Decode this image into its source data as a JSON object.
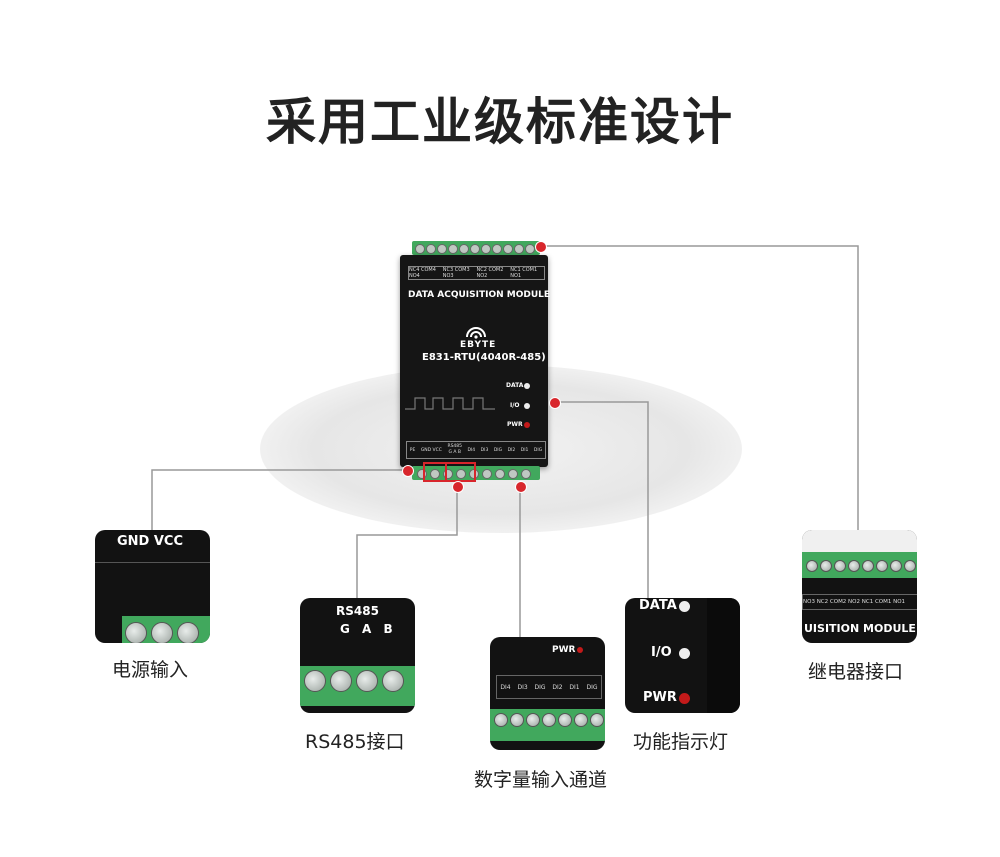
{
  "title": "采用工业级标准设计",
  "device": {
    "top_terminals": [
      "NC4 COM4 NO4",
      "NC3 COM3 NO3",
      "NC2 COM2 NO2",
      "NC1 COM1 NO1"
    ],
    "module_name": "DATA ACQUISITION MODULE",
    "brand": "EBYTE",
    "model": "E831-RTU(4040R-485)",
    "leds": [
      "DATA",
      "I/O",
      "PWR"
    ],
    "bottom_terminals": [
      "PE",
      "GND VCC",
      "RS485",
      "G A B",
      "DI4",
      "DI3",
      "DIG",
      "DI2",
      "DI1",
      "DIG"
    ]
  },
  "thumbs": {
    "power": {
      "labels": [
        "GND VCC"
      ],
      "caption": "电源输入"
    },
    "rs485": {
      "labels": [
        "RS485",
        "G A B"
      ],
      "caption": "RS485接口"
    },
    "digital": {
      "labels": [
        "PWR",
        "DI4",
        "DI3",
        "DIG",
        "DI2",
        "DI1",
        "DIG"
      ],
      "caption": "数字量输入通道"
    },
    "indicator": {
      "labels": [
        "DATA",
        "I/O",
        "PWR"
      ],
      "caption": "功能指示灯"
    },
    "relay": {
      "labels": [
        "NO3 NC2 COM2 NO2 NC1 COM1 NO1",
        "UISITION MODULE"
      ],
      "caption": "继电器接口"
    }
  },
  "colors": {
    "accent_red": "#d8262c",
    "terminal_green": "#41a85d",
    "device_black": "#151515"
  }
}
